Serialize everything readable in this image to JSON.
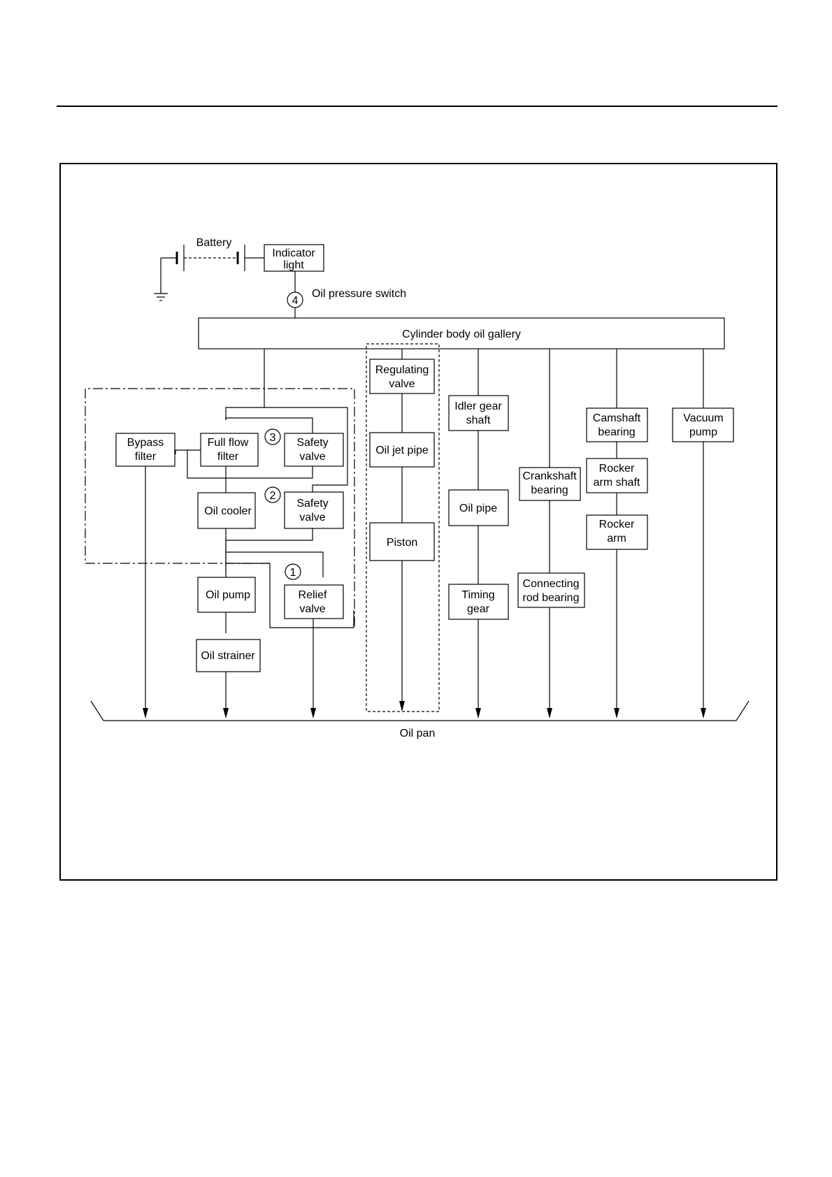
{
  "battery": "Battery",
  "indicator_light": [
    "Indicator",
    "light"
  ],
  "oil_pressure_switch": "Oil pressure switch",
  "gallery": "Cylinder body oil gallery",
  "oil_pan": "Oil pan",
  "markers": {
    "m1": "1",
    "m2": "2",
    "m3": "3",
    "m4": "4"
  },
  "blocks": {
    "bypass_filter": [
      "Bypass",
      "filter"
    ],
    "full_flow_filter": [
      "Full flow",
      "filter"
    ],
    "safety_valve_3": [
      "Safety",
      "valve"
    ],
    "oil_cooler": [
      "Oil cooler"
    ],
    "safety_valve_2": [
      "Safety",
      "valve"
    ],
    "oil_pump": [
      "Oil pump"
    ],
    "relief_valve": [
      "Relief",
      "valve"
    ],
    "oil_strainer": [
      "Oil strainer"
    ],
    "regulating_valve": [
      "Regulating",
      "valve"
    ],
    "oil_jet_pipe": [
      "Oil jet pipe"
    ],
    "piston": [
      "Piston"
    ],
    "idler_gear_shaft": [
      "Idler gear",
      "shaft"
    ],
    "oil_pipe": [
      "Oil pipe"
    ],
    "timing_gear": [
      "Timing",
      "gear"
    ],
    "crankshaft_bearing": [
      "Crankshaft",
      "bearing"
    ],
    "connecting_rod_bearing": [
      "Connecting",
      "rod bearing"
    ],
    "camshaft_bearing": [
      "Camshaft",
      "bearing"
    ],
    "rocker_arm_shaft": [
      "Rocker",
      "arm shaft"
    ],
    "rocker_arm": [
      "Rocker",
      "arm"
    ],
    "vacuum_pump": [
      "Vacuum",
      "pump"
    ]
  }
}
